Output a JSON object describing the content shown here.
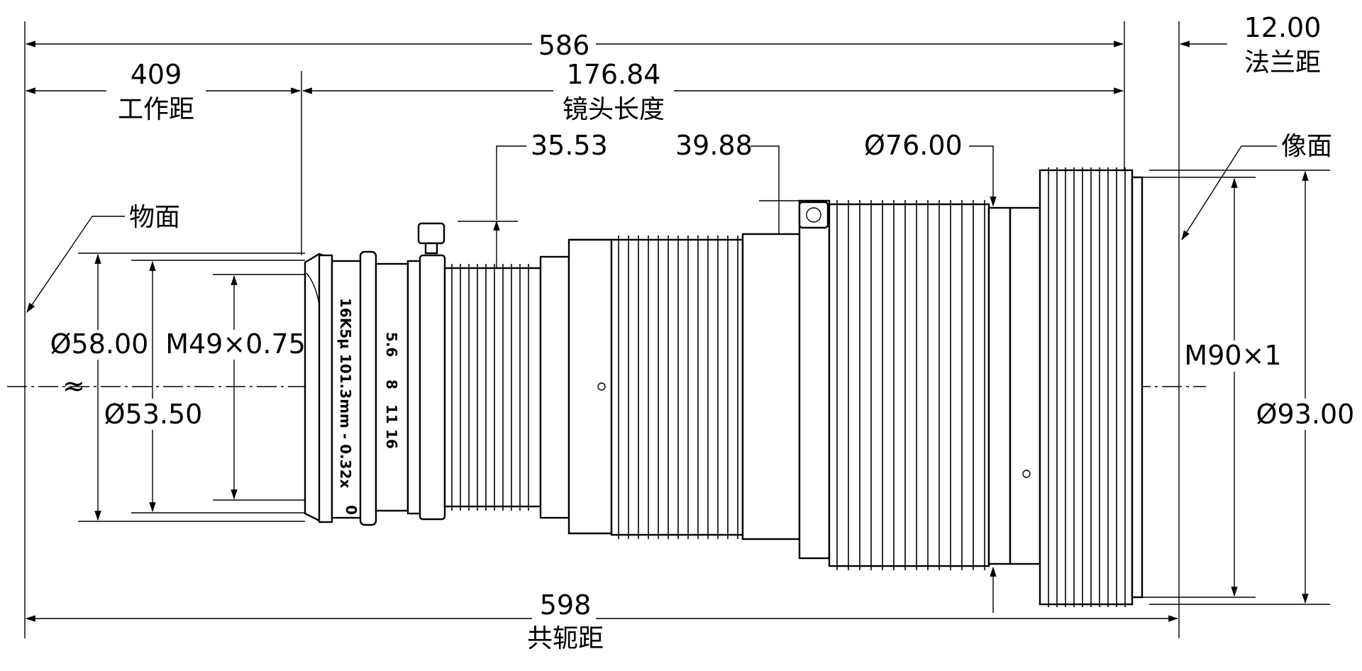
{
  "dimensions": {
    "conjugate_total": "586",
    "flange_value": "12.00",
    "working_distance": "409",
    "lens_length": "176.84",
    "d35": "35.53",
    "d39": "39.88",
    "dia76": "Ø76.00",
    "dia58": "Ø58.00",
    "dia53": "Ø53.50",
    "m49": "M49×0.75",
    "m90": "M90×1",
    "dia93": "Ø93.00",
    "conjugate_distance": "598",
    "approx": "≈"
  },
  "labels": {
    "flange_distance": "法兰距",
    "working_distance": "工作距",
    "lens_length": "镜头长度",
    "image_plane": "像面",
    "object_plane": "物面",
    "conjugate_distance": "共轭距"
  },
  "lens_marking": {
    "model": "16K5μ 101.3mm - 0.32x",
    "aperture_scale": [
      "5.6",
      "8",
      "11",
      "16"
    ],
    "zero_mark": "0"
  },
  "colors": {
    "line": "#000000",
    "background": "#ffffff"
  }
}
